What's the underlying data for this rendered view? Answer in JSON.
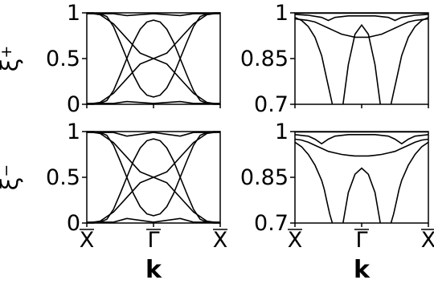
{
  "chart_data": [
    {
      "type": "line",
      "panel": "top-left",
      "ylabel_symbol": "ξ",
      "ylabel_sub": "+",
      "ylim": [
        0,
        1
      ],
      "yticks": [
        0,
        0.5,
        1
      ],
      "ytick_labels": [
        "0",
        "0.5",
        "1"
      ],
      "xticks": [
        0,
        0.5,
        1
      ],
      "xtick_labels": [
        "",
        "",
        ""
      ],
      "series": [
        {
          "x": [
            0,
            0.1,
            0.2,
            0.3,
            0.4,
            0.5,
            0.6,
            0.7,
            0.8,
            0.9,
            1
          ],
          "y": [
            1,
            0.98,
            0.88,
            0.72,
            0.56,
            0.5,
            0.56,
            0.72,
            0.88,
            0.98,
            1
          ]
        },
        {
          "x": [
            0,
            0.1,
            0.2,
            0.3,
            0.4,
            0.5,
            0.6,
            0.7,
            0.8,
            0.9,
            1
          ],
          "y": [
            0,
            0.02,
            0.12,
            0.28,
            0.44,
            0.5,
            0.44,
            0.28,
            0.12,
            0.02,
            0
          ]
        },
        {
          "x": [
            0,
            0.05,
            0.1,
            0.15,
            0.2,
            0.25,
            0.3,
            0.35,
            0.4,
            0.45,
            0.5,
            0.55,
            0.6,
            0.65,
            0.7,
            0.75,
            0.8,
            0.85,
            0.9,
            0.95,
            1
          ],
          "y": [
            1,
            1,
            0.99,
            0.96,
            0.85,
            0.68,
            0.5,
            0.32,
            0.18,
            0.1,
            0.08,
            0.1,
            0.18,
            0.32,
            0.5,
            0.68,
            0.85,
            0.96,
            0.99,
            1,
            1
          ]
        },
        {
          "x": [
            0,
            0.05,
            0.1,
            0.15,
            0.2,
            0.25,
            0.3,
            0.35,
            0.4,
            0.45,
            0.5,
            0.55,
            0.6,
            0.65,
            0.7,
            0.75,
            0.8,
            0.85,
            0.9,
            0.95,
            1
          ],
          "y": [
            0,
            0,
            0.01,
            0.04,
            0.15,
            0.32,
            0.5,
            0.68,
            0.82,
            0.9,
            0.92,
            0.9,
            0.82,
            0.68,
            0.5,
            0.32,
            0.15,
            0.04,
            0.01,
            0,
            0
          ]
        },
        {
          "x": [
            0,
            0.2,
            0.3,
            0.5,
            0.7,
            0.8,
            1
          ],
          "y": [
            0.99,
            0.99,
            0.97,
            0.99,
            0.97,
            0.99,
            0.99
          ]
        },
        {
          "x": [
            0,
            0.2,
            0.3,
            0.5,
            0.7,
            0.8,
            1
          ],
          "y": [
            0.01,
            0.01,
            0.03,
            0.01,
            0.03,
            0.01,
            0.01
          ]
        }
      ]
    },
    {
      "type": "line",
      "panel": "top-right",
      "ylim": [
        0.7,
        1
      ],
      "yticks": [
        0.7,
        0.85,
        1
      ],
      "ytick_labels": [
        "0.7",
        "0.85",
        "1"
      ],
      "xticks": [
        0,
        0.5,
        1
      ],
      "xtick_labels": [
        "",
        "",
        ""
      ],
      "series": [
        {
          "x": [
            0,
            0.1,
            0.2,
            0.25,
            0.3,
            0.4,
            0.5,
            0.6,
            0.7,
            0.75,
            0.8,
            0.9,
            1
          ],
          "y": [
            0.995,
            0.992,
            0.985,
            0.975,
            0.985,
            0.99,
            0.99,
            0.99,
            0.985,
            0.975,
            0.985,
            0.992,
            0.995
          ]
        },
        {
          "x": [
            0,
            0.05,
            0.1,
            0.15,
            0.2,
            0.25,
            0.3,
            0.35,
            0.4,
            0.45,
            0.5,
            0.55,
            0.6,
            0.65,
            0.7,
            0.75,
            0.8,
            0.85,
            0.9,
            0.95,
            1
          ],
          "y": [
            0.98,
            0.978,
            0.975,
            0.97,
            0.96,
            0.95,
            0.94,
            0.93,
            0.925,
            0.92,
            0.92,
            0.92,
            0.925,
            0.93,
            0.94,
            0.95,
            0.96,
            0.97,
            0.975,
            0.978,
            0.98
          ]
        },
        {
          "x": [
            0,
            0.05,
            0.1,
            0.15,
            0.2,
            0.22,
            0.24,
            0.26,
            0.28
          ],
          "y": [
            0.985,
            0.975,
            0.955,
            0.92,
            0.86,
            0.82,
            0.78,
            0.74,
            0.7
          ]
        },
        {
          "x": [
            0.36,
            0.4,
            0.45,
            0.5,
            0.55,
            0.6,
            0.64
          ],
          "y": [
            0.7,
            0.83,
            0.93,
            0.96,
            0.93,
            0.83,
            0.7
          ]
        },
        {
          "x": [
            0.72,
            0.74,
            0.76,
            0.78,
            0.8,
            0.85,
            0.9,
            0.95,
            1
          ],
          "y": [
            0.7,
            0.74,
            0.78,
            0.82,
            0.86,
            0.92,
            0.955,
            0.975,
            0.985
          ]
        },
        {
          "x": [
            0,
            0.5,
            1
          ],
          "y": [
            0.999,
            0.999,
            0.999
          ]
        }
      ]
    },
    {
      "type": "line",
      "panel": "bottom-left",
      "ylabel_symbol": "ξ",
      "ylabel_sub": "−",
      "xlabel": "k",
      "ylim": [
        0,
        1
      ],
      "yticks": [
        0,
        0.5,
        1
      ],
      "ytick_labels": [
        "0",
        "0.5",
        "1"
      ],
      "xticks": [
        0,
        0.5,
        1
      ],
      "xtick_labels": [
        "X",
        "Γ",
        "X"
      ],
      "series": [
        {
          "x": [
            0,
            0.1,
            0.2,
            0.3,
            0.4,
            0.5,
            0.6,
            0.7,
            0.8,
            0.9,
            1
          ],
          "y": [
            1,
            0.98,
            0.88,
            0.72,
            0.56,
            0.5,
            0.56,
            0.72,
            0.88,
            0.98,
            1
          ]
        },
        {
          "x": [
            0,
            0.1,
            0.2,
            0.3,
            0.4,
            0.5,
            0.6,
            0.7,
            0.8,
            0.9,
            1
          ],
          "y": [
            0,
            0.02,
            0.12,
            0.28,
            0.44,
            0.5,
            0.44,
            0.28,
            0.12,
            0.02,
            0
          ]
        },
        {
          "x": [
            0,
            0.05,
            0.1,
            0.15,
            0.2,
            0.25,
            0.3,
            0.35,
            0.4,
            0.45,
            0.5,
            0.55,
            0.6,
            0.65,
            0.7,
            0.75,
            0.8,
            0.85,
            0.9,
            0.95,
            1
          ],
          "y": [
            1,
            1,
            0.99,
            0.96,
            0.85,
            0.68,
            0.5,
            0.32,
            0.18,
            0.1,
            0.08,
            0.1,
            0.18,
            0.32,
            0.5,
            0.68,
            0.85,
            0.96,
            0.99,
            1,
            1
          ]
        },
        {
          "x": [
            0,
            0.05,
            0.1,
            0.15,
            0.2,
            0.25,
            0.3,
            0.35,
            0.4,
            0.45,
            0.5,
            0.55,
            0.6,
            0.65,
            0.7,
            0.75,
            0.8,
            0.85,
            0.9,
            0.95,
            1
          ],
          "y": [
            0,
            0,
            0.01,
            0.04,
            0.15,
            0.32,
            0.5,
            0.68,
            0.82,
            0.9,
            0.92,
            0.9,
            0.82,
            0.68,
            0.5,
            0.32,
            0.15,
            0.04,
            0.01,
            0,
            0
          ]
        },
        {
          "x": [
            0,
            0.2,
            0.3,
            0.5,
            0.7,
            0.8,
            1
          ],
          "y": [
            0.99,
            0.99,
            0.95,
            0.99,
            0.95,
            0.99,
            0.99
          ]
        },
        {
          "x": [
            0,
            0.2,
            0.3,
            0.5,
            0.7,
            0.8,
            1
          ],
          "y": [
            0.01,
            0.01,
            0.05,
            0.01,
            0.05,
            0.01,
            0.01
          ]
        }
      ]
    },
    {
      "type": "line",
      "panel": "bottom-right",
      "xlabel": "k",
      "ylim": [
        0.7,
        1
      ],
      "yticks": [
        0.7,
        0.85,
        1
      ],
      "ytick_labels": [
        "0.7",
        "0.85",
        "1"
      ],
      "xticks": [
        0,
        0.5,
        1
      ],
      "xtick_labels": [
        "X",
        "Γ",
        "X"
      ],
      "series": [
        {
          "x": [
            0,
            0.1,
            0.15,
            0.2,
            0.25,
            0.3,
            0.4,
            0.5,
            0.6,
            0.7,
            0.75,
            0.8,
            0.85,
            0.9,
            1
          ],
          "y": [
            0.99,
            0.985,
            0.975,
            0.96,
            0.975,
            0.985,
            0.99,
            0.99,
            0.99,
            0.985,
            0.975,
            0.96,
            0.975,
            0.985,
            0.99
          ]
        },
        {
          "x": [
            0,
            0.05,
            0.1,
            0.15,
            0.2,
            0.25,
            0.3,
            0.35,
            0.4,
            0.45,
            0.5,
            0.55,
            0.6,
            0.65,
            0.7,
            0.75,
            0.8,
            0.85,
            0.9,
            0.95,
            1
          ],
          "y": [
            0.975,
            0.972,
            0.965,
            0.955,
            0.945,
            0.935,
            0.93,
            0.925,
            0.922,
            0.92,
            0.92,
            0.92,
            0.922,
            0.925,
            0.93,
            0.935,
            0.945,
            0.955,
            0.965,
            0.972,
            0.975
          ]
        },
        {
          "x": [
            0,
            0.05,
            0.1,
            0.15,
            0.2,
            0.22,
            0.24,
            0.26,
            0.28
          ],
          "y": [
            0.965,
            0.95,
            0.925,
            0.89,
            0.84,
            0.81,
            0.77,
            0.73,
            0.7
          ]
        },
        {
          "x": [
            0.36,
            0.4,
            0.45,
            0.5,
            0.55,
            0.6,
            0.64
          ],
          "y": [
            0.7,
            0.8,
            0.86,
            0.88,
            0.86,
            0.8,
            0.7
          ]
        },
        {
          "x": [
            0.72,
            0.74,
            0.76,
            0.78,
            0.8,
            0.85,
            0.9,
            0.95,
            1
          ],
          "y": [
            0.7,
            0.73,
            0.77,
            0.81,
            0.84,
            0.89,
            0.925,
            0.95,
            0.965
          ]
        },
        {
          "x": [
            0,
            0.5,
            1
          ],
          "y": [
            0.999,
            0.999,
            0.999
          ]
        }
      ]
    }
  ]
}
